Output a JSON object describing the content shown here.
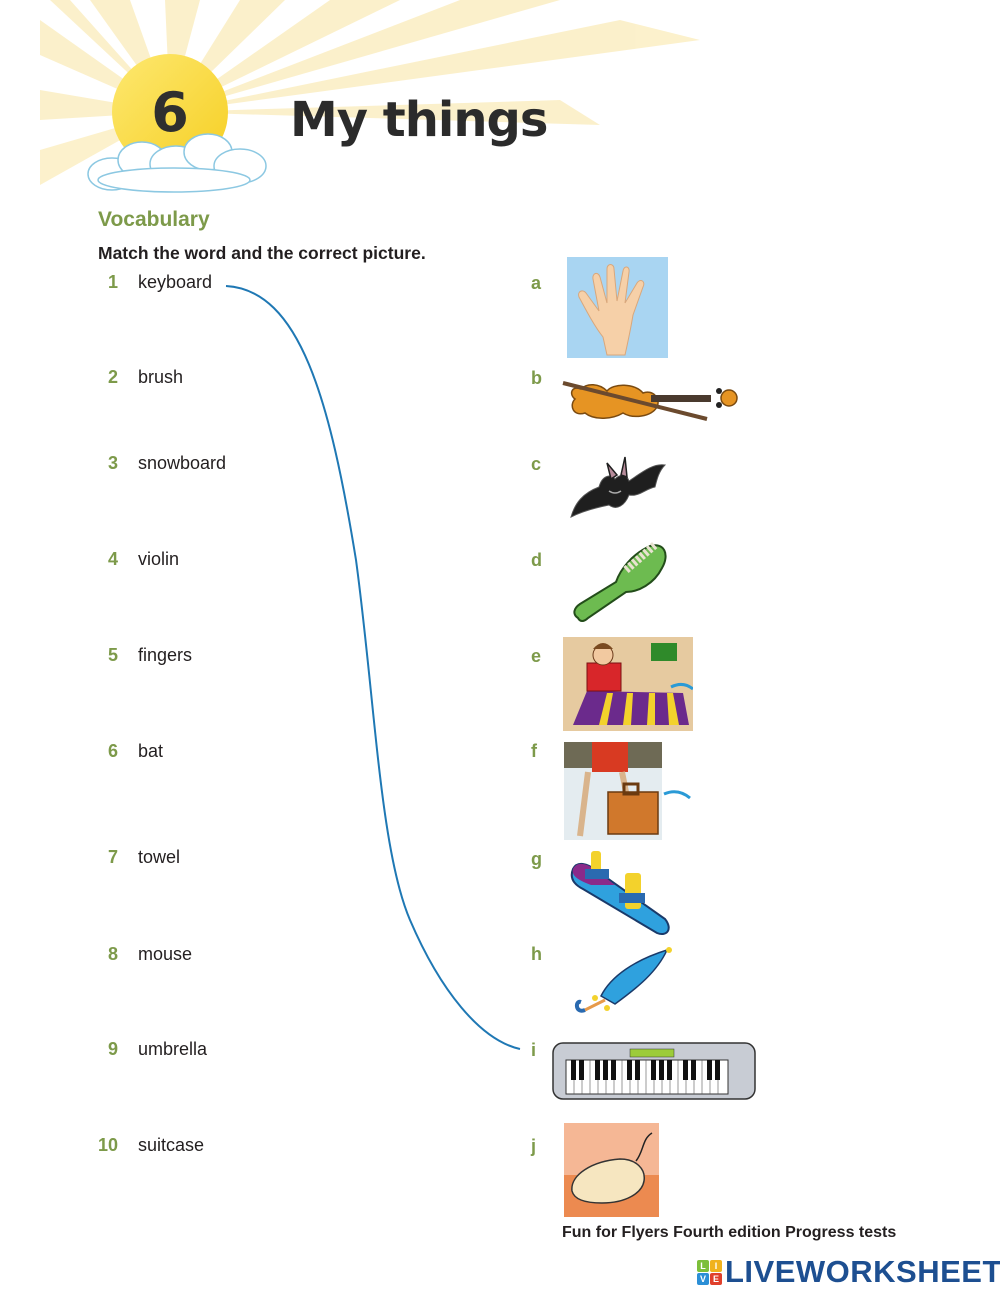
{
  "header": {
    "unit_number": "6",
    "title": "My things"
  },
  "section": {
    "heading": "Vocabulary",
    "instruction": "Match the word and the correct picture."
  },
  "words": [
    {
      "num": "1",
      "word": "keyboard"
    },
    {
      "num": "2",
      "word": "brush"
    },
    {
      "num": "3",
      "word": "snowboard"
    },
    {
      "num": "4",
      "word": "violin"
    },
    {
      "num": "5",
      "word": "fingers"
    },
    {
      "num": "6",
      "word": "bat"
    },
    {
      "num": "7",
      "word": "towel"
    },
    {
      "num": "8",
      "word": "mouse"
    },
    {
      "num": "9",
      "word": "umbrella"
    },
    {
      "num": "10",
      "word": "suitcase"
    }
  ],
  "pictures": [
    {
      "letter": "a",
      "depicts": "hand-fingers"
    },
    {
      "letter": "b",
      "depicts": "violin"
    },
    {
      "letter": "c",
      "depicts": "bat"
    },
    {
      "letter": "d",
      "depicts": "hairbrush"
    },
    {
      "letter": "e",
      "depicts": "boy-on-towel"
    },
    {
      "letter": "f",
      "depicts": "suitcase"
    },
    {
      "letter": "g",
      "depicts": "snowboard"
    },
    {
      "letter": "h",
      "depicts": "umbrella"
    },
    {
      "letter": "i",
      "depicts": "keyboard"
    },
    {
      "letter": "j",
      "depicts": "computer-mouse"
    }
  ],
  "matches": [
    {
      "from": "1",
      "to": "i"
    }
  ],
  "footer": {
    "credit": "Fun for Flyers Fourth edition Progress tests",
    "logo_text": "LIVEWORKSHEETS",
    "logo_tiles": [
      "L",
      "I",
      "V",
      "E"
    ]
  },
  "colors": {
    "accent_green": "#7d9a4a",
    "match_line": "#1f78b4",
    "sun": "#fbd93a",
    "logo_blue": "#1d4f91"
  }
}
